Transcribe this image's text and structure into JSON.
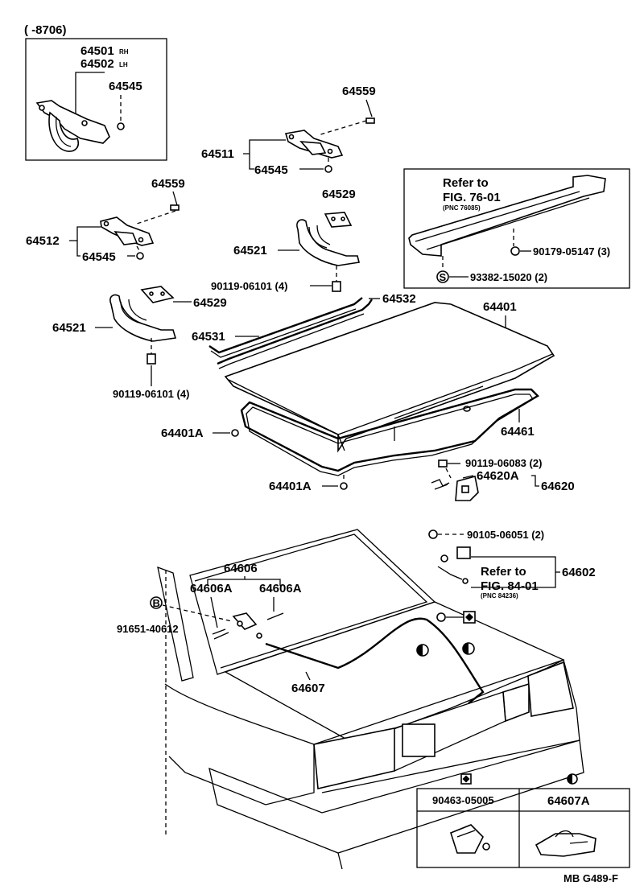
{
  "header": {
    "date_range": "(        -8706)"
  },
  "inset": {
    "hinge_rh": "64501",
    "rh_tag": "RH",
    "hinge_lh": "64502",
    "lh_tag": "LH",
    "nut": "64545"
  },
  "parts": {
    "p64559_top": "64559",
    "p64511": "64511",
    "p64545_a": "64545",
    "p64559_left": "64559",
    "p64512": "64512",
    "p64545_b": "64545",
    "p64529_a": "64529",
    "p64521_a": "64521",
    "p90119_06101_a": "90119-06101 (4)",
    "p64529_b": "64529",
    "p64532": "64532",
    "p64521_b": "64521",
    "p64531": "64531",
    "p90119_06101_b": "90119-06101 (4)",
    "p64401": "64401",
    "p64401A_a": "64401A",
    "p64461": "64461",
    "p64401A_b": "64401A",
    "p90119_06083": "90119-06083 (2)",
    "p64620A": "64620A",
    "p64620": "64620",
    "p90105_06051": "90105-06051 (2)",
    "p64602": "64602",
    "p64606": "64606",
    "p64606A_a": "64606A",
    "p64606A_b": "64606A",
    "p91651_40612": "91651-40612",
    "p64607": "64607"
  },
  "spoiler": {
    "refer_line1": "Refer to",
    "refer_line2": "FIG. 76-01",
    "refer_pnc": "(PNC 76085)",
    "p90179_05147": "90179-05147 (3)",
    "p93382_15020": "93382-15020 (2)",
    "s_mark": "S"
  },
  "lock_ref": {
    "refer_line1": "Refer to",
    "refer_line2": "FIG. 84-01",
    "refer_pnc": "(PNC 84236)"
  },
  "b_mark": "B",
  "legend": {
    "col1_part": "90463-05005",
    "col2_part": "64607A",
    "col1_symbol": "diamond-symbol",
    "col2_symbol": "half-circle-symbol"
  },
  "footer": {
    "code": "MB G489-F"
  }
}
